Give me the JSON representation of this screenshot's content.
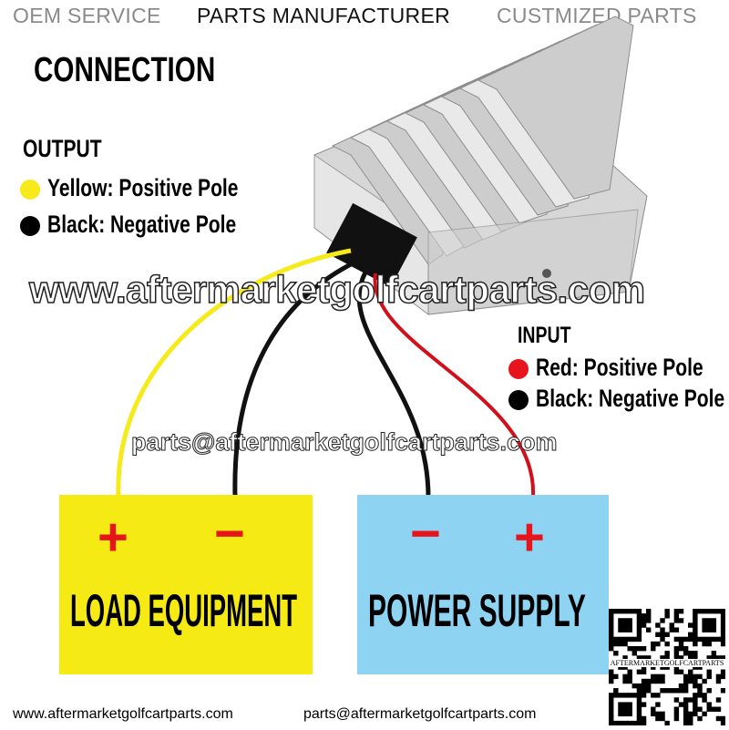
{
  "header": {
    "left": "OEM SERVICE",
    "center": "PARTS MANUFACTURER",
    "right": "CUSTMIZED PARTS"
  },
  "title": "CONNECTION",
  "output": {
    "heading": "OUTPUT",
    "items": [
      {
        "label": "Yellow: Positive Pole",
        "color": "#f6ea1a"
      },
      {
        "label": "Black: Negative Pole",
        "color": "#000000"
      }
    ]
  },
  "input": {
    "heading": "INPUT",
    "items": [
      {
        "label": "Red: Positive Pole",
        "color": "#e8141b"
      },
      {
        "label": "Black: Negative Pole",
        "color": "#000000"
      }
    ]
  },
  "load_box": {
    "label": "LOAD EQUIPMENT",
    "plus": "+",
    "minus": "−",
    "color": "#f5ea14"
  },
  "power_box": {
    "label": "POWER SUPPLY",
    "minus": "−",
    "plus": "+",
    "color": "#8fd3f2"
  },
  "watermark": {
    "url": "www.aftermarketgolfcartparts.com",
    "email": "parts@aftermarketgolfcartparts.com"
  },
  "footer": {
    "website": "www.aftermarketgolfcartparts.com",
    "email": "parts@aftermarketgolfcartparts.com"
  },
  "qr": {
    "caption": "AFTERMARKETGOLFCARTPARTS"
  }
}
